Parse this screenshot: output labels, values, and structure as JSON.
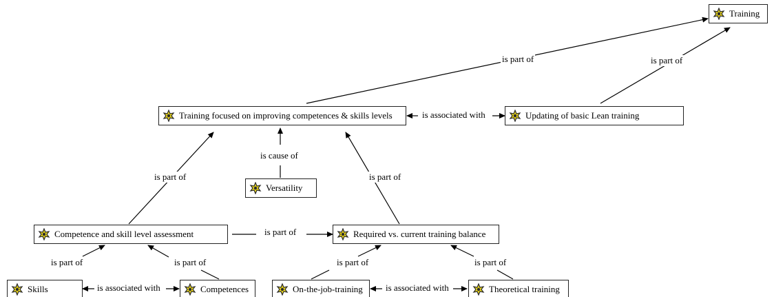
{
  "nodes": {
    "training": "Training",
    "focused": "Training focused on improving competences & skills levels",
    "updating": "Updating of basic Lean training",
    "versatility": "Versatility",
    "assessment": "Competence and skill level assessment",
    "balance": "Required vs. current training balance",
    "skills": "Skills",
    "competences": "Competences",
    "ojt": "On-the-job-training",
    "theoretical": "Theoretical training"
  },
  "links": {
    "focused_training": "is part of",
    "updating_training": "is part of",
    "focused_updating": "is associated with",
    "versatility_focused": "is cause of",
    "assessment_focused": "is part of",
    "balance_focused": "is part of",
    "assessment_balance": "is part of",
    "skills_assessment": "is part of",
    "competences_assessment": "is part of",
    "ojt_balance": "is part of",
    "theoretical_balance": "is part of",
    "skills_competences": "is associated with",
    "ojt_theoretical": "is associated with"
  },
  "icon": "concept-icon",
  "colors": {
    "icon_fill": "#e8d51c",
    "icon_outline": "#2a2a2a",
    "line": "#000000"
  }
}
